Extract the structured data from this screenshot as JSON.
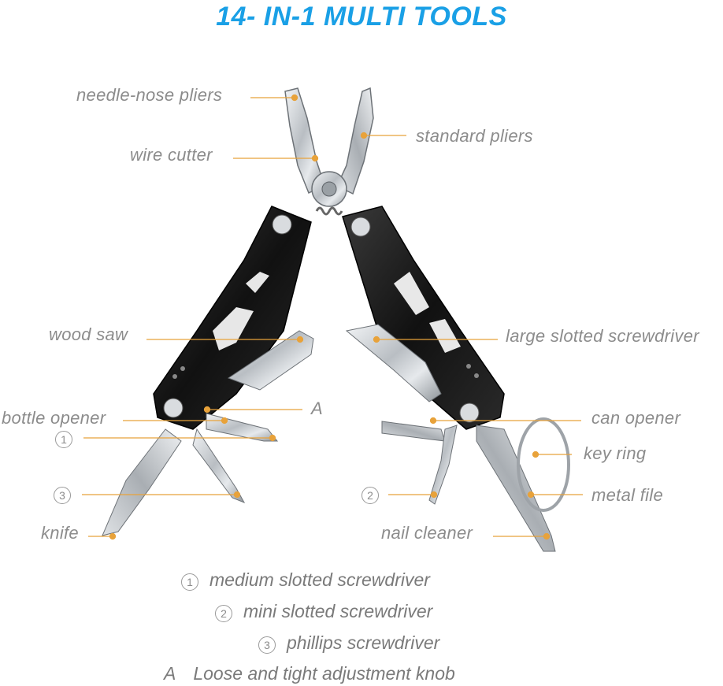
{
  "title": "14- IN-1 MULTI TOOLS",
  "labels": {
    "needle_nose_pliers": "needle-nose pliers",
    "standard_pliers": "standard pliers",
    "wire_cutter": "wire cutter",
    "wood_saw": "wood saw",
    "large_slotted_screwdriver": "large slotted screwdriver",
    "bottle_opener": "bottle opener",
    "marker_a": "A",
    "can_opener": "can opener",
    "key_ring": "key ring",
    "metal_file": "metal file",
    "knife": "knife",
    "nail_cleaner": "nail cleaner",
    "num_1": "1",
    "num_2": "2",
    "num_3": "3"
  },
  "legend": [
    {
      "key": "1",
      "text": "medium slotted screwdriver"
    },
    {
      "key": "2",
      "text": "mini slotted screwdriver"
    },
    {
      "key": "3",
      "text": "phillips screwdriver"
    },
    {
      "key": "A",
      "text": "Loose and tight adjustment knob"
    }
  ],
  "colors": {
    "title": "#1aa0e6",
    "label": "#8c8c8c",
    "leader_line": "#e8a23a",
    "dot": "#e8a23a",
    "handle": "#1c1c1c",
    "steel": "#c8ccd0"
  }
}
